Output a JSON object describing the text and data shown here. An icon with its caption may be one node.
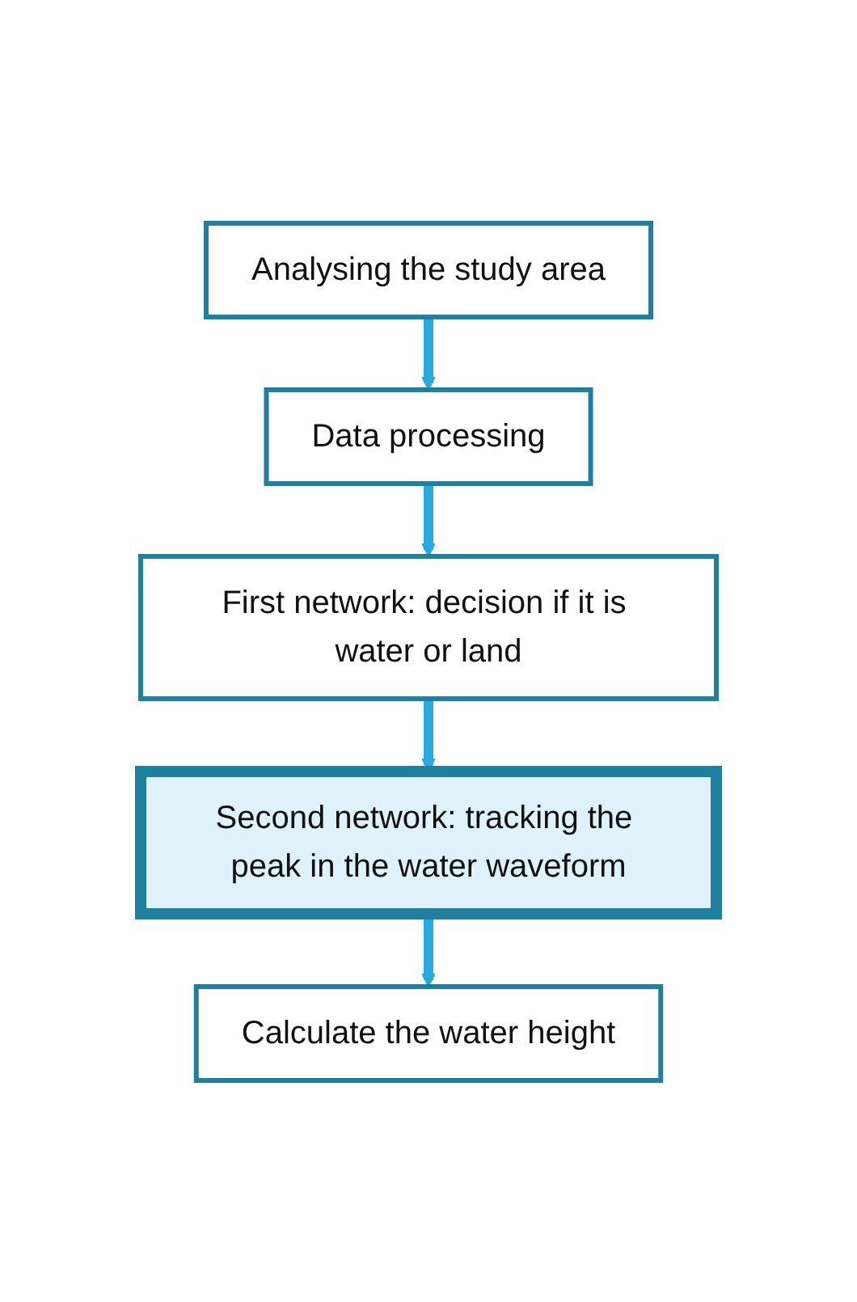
{
  "diagram": {
    "nodes": [
      {
        "text": [
          "Analysing the study area"
        ]
      },
      {
        "text": [
          "Data processing"
        ]
      },
      {
        "text": [
          "First network: decision if it is water or land"
        ]
      },
      {
        "text": [
          "Second network: tracking the peak in the water waveform"
        ]
      },
      {
        "text": [
          "Calculate the water height"
        ]
      }
    ],
    "edges": [
      {
        "from": 0,
        "to": 1,
        "arrow": "to"
      },
      {
        "from": 1,
        "to": 2,
        "arrow": "to"
      },
      {
        "from": 2,
        "to": 3,
        "arrow": "to"
      },
      {
        "from": 3,
        "to": 4,
        "arrow": "to"
      }
    ]
  }
}
